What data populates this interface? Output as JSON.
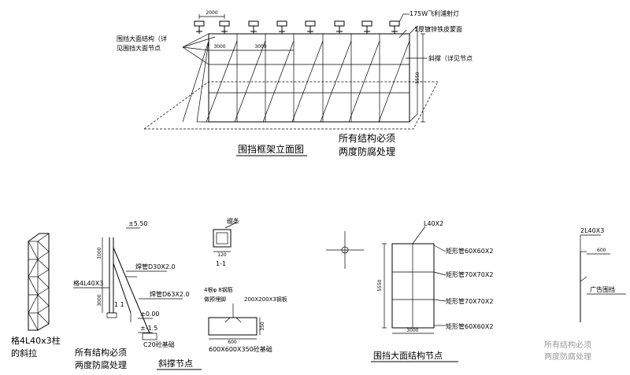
{
  "elevation": {
    "title": "围挡框架立面图",
    "note_line1": "所有结构必须",
    "note_line2": "两度防腐处理",
    "lamp_label": "175W飞利浦射灯",
    "panel_label": "1厚镀锌铁皮蒙面",
    "structure_label_line1": "围挡大面结构（详",
    "structure_label_line2": "见围挡大面节点",
    "brace_label": "斜撑（详见节点",
    "dim_lamp_spacing": "2000",
    "dim_column_1": "3000",
    "dim_column_2": "3000",
    "dim_height": "5550"
  },
  "column_detail": {
    "caption_line1": "格4L40x3柱",
    "caption_line2": "的斜拉"
  },
  "brace_node": {
    "title": "斜撑节点",
    "note_line1": "所有结构必须",
    "note_line2": "两度防腐处理",
    "level_top": "±5.50",
    "level_zero": "±0.00",
    "level_bottom": "±-1.5",
    "column_label": "格4L40X3",
    "pipe_upper": "焊管D30X2.0",
    "pipe_lower": "焊管D63X2.0",
    "footing_label": "C20砼基础",
    "dim_upper": "1000",
    "dim_lower": "3000",
    "section_mark": "1 1",
    "section_cap_label": "缀条",
    "section_title": "1-1",
    "section_dim": "120",
    "anchor_label_line1": "4根φ 8钢筋",
    "anchor_label_line2": "做预埋脚",
    "plate_label": "200X200X3钢板",
    "footing_size_label": "600X600X350砼基础",
    "footing_dim_w": "600",
    "footing_dim_h": "350"
  },
  "facade_node": {
    "title": "围挡大面结构节点",
    "top_label": "L40X2",
    "tube_1": "矩形管60X60X2",
    "tube_2": "矩形管70X70X2",
    "tube_3": "矩形管70X70X2",
    "tube_4": "矩形管60X60X2",
    "dim_height": "5550",
    "dim_width": "3000"
  },
  "right_detail": {
    "top_label": "2L40X3",
    "dim": "600",
    "label": "广告围挡",
    "faded_line1": "所有结构必须",
    "faded_line2": "两度防腐处理"
  }
}
